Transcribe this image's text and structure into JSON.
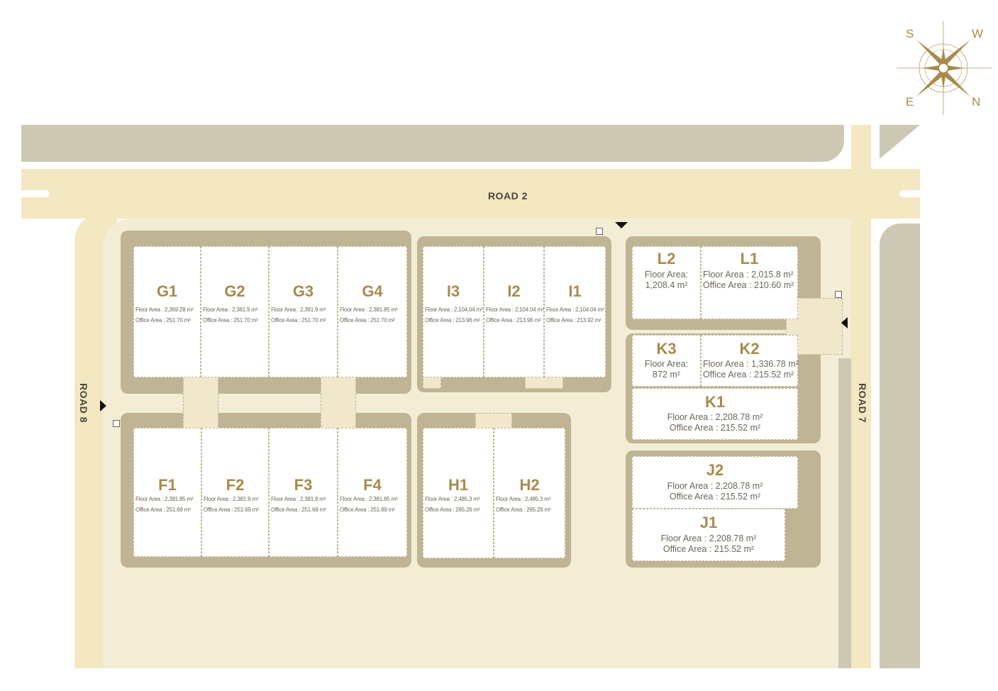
{
  "roads": {
    "road2": "ROAD 2",
    "road8": "ROAD 8",
    "road7": "ROAD 7"
  },
  "compass": {
    "s": "S",
    "w": "W",
    "e": "E",
    "n": "N"
  },
  "colors": {
    "road": "#f3e8c2",
    "site": "#f4edd6",
    "building_border": "#bfb493",
    "label_gold": "#a88a4c",
    "grey_band": "#cdc8b4"
  },
  "units": [
    {
      "id": "G1",
      "floor": "Floor Area   : 2,369.28 m²",
      "office": "Office Area : 251.70 m²"
    },
    {
      "id": "G2",
      "floor": "Floor Area   : 2,381.9 m²",
      "office": "Office Area : 251.70 m²"
    },
    {
      "id": "G3",
      "floor": "Floor Area   : 2,381.9 m²",
      "office": "Office Area : 251.70 m²"
    },
    {
      "id": "G4",
      "floor": "Floor Area   : 2,381.85 m²",
      "office": "Office Area : 251.70 m²"
    },
    {
      "id": "I3",
      "floor": "Floor Area   : 2,104.04 m²",
      "office": "Office Area : 213.96 m²"
    },
    {
      "id": "I2",
      "floor": "Floor Area   : 2,104.04 m²",
      "office": "Office Area : 213.96 m²"
    },
    {
      "id": "I1",
      "floor": "Floor Area   : 2,104.04 m²",
      "office": "Office Area : 213.92 m²"
    },
    {
      "id": "F1",
      "floor": "Floor Area   : 2,381.85 m²",
      "office": "Office Area : 251.69 m²"
    },
    {
      "id": "F2",
      "floor": "Floor Area   : 2,381.9 m²",
      "office": "Office Area : 251.69 m²"
    },
    {
      "id": "F3",
      "floor": "Floor Area   : 2,381.9 m²",
      "office": "Office Area : 251.69 m²"
    },
    {
      "id": "F4",
      "floor": "Floor Area   : 2,381.85 m²",
      "office": "Office Area : 251.69 m²"
    },
    {
      "id": "H1",
      "floor": "Floor Area   : 2,485.3 m²",
      "office": "Office Area : 265.26 m²"
    },
    {
      "id": "H2",
      "floor": "Floor Area   : 2,485.3 m²",
      "office": "Office Area : 265.26 m²"
    },
    {
      "id": "L2",
      "floor": "Floor Area:",
      "office": "1,208.4 m²"
    },
    {
      "id": "L1",
      "floor": "Floor Area   : 2,015.8 m²",
      "office": "Office Area : 210.60 m²"
    },
    {
      "id": "K3",
      "floor": "Floor Area:",
      "office": "872 m²"
    },
    {
      "id": "K2",
      "floor": "Floor Area   : 1,336.78 m²",
      "office": "Office Area : 215.52 m²"
    },
    {
      "id": "K1",
      "floor": "Floor Area   : 2,208.78 m²",
      "office": "Office Area : 215.52 m²"
    },
    {
      "id": "J2",
      "floor": "Floor Area   : 2,208.78 m²",
      "office": "Office Area : 215.52 m²"
    },
    {
      "id": "J1",
      "floor": "Floor Area   : 2,208.78 m²",
      "office": "Office Area : 215.52 m²"
    }
  ]
}
